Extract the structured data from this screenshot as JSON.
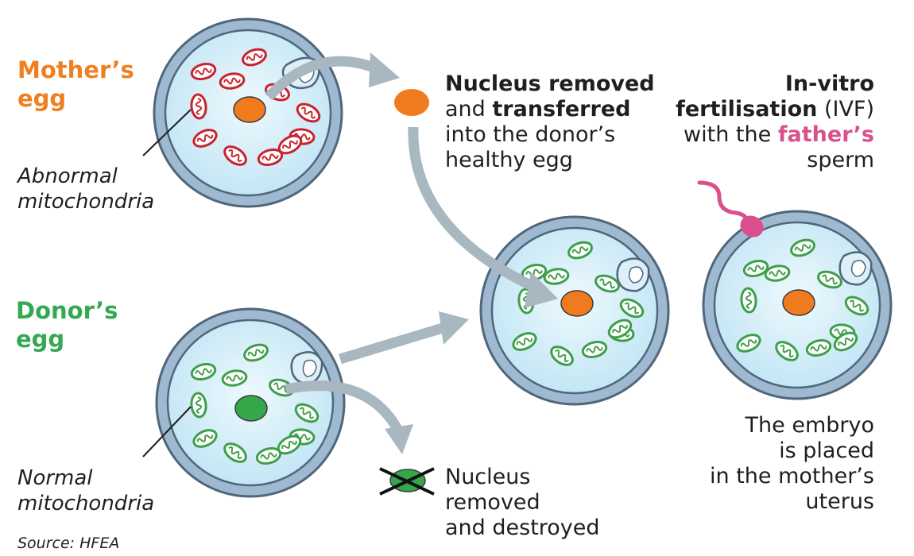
{
  "colors": {
    "mother": "#f0801f",
    "donor": "#34a853",
    "father": "#d9508d",
    "text": "#1f1f1f",
    "cell_fill": "#c7e9f7",
    "cell_ring": "#9cb7cf",
    "cell_outline": "#4e6478",
    "arrow": "#a9b7c1",
    "mito_abnormal": "#c9232e",
    "mito_normal": "#3e9f4a",
    "nucleus_mother": "#f07b1e",
    "nucleus_donor": "#35a64a"
  },
  "labels": {
    "mother_egg": [
      "Mother’s",
      "egg"
    ],
    "donor_egg": [
      "Donor’s",
      "egg"
    ],
    "abnormal_mito": [
      "Abnormal",
      "mitochondria"
    ],
    "normal_mito": [
      "Normal",
      "mitochondria"
    ],
    "source": "Source: HFEA"
  },
  "steps": {
    "transfer": {
      "bold1": "Nucleus removed",
      "plain1": "and ",
      "bold2": "transferred",
      "line3": "into the donor’s",
      "line4": "healthy egg"
    },
    "ivf": {
      "bold1": "In-vitro",
      "bold2": "fertilisation",
      "plain2": " (IVF)",
      "plain3": "with the ",
      "father": "father’s",
      "line4": "sperm"
    },
    "destroyed": [
      "Nucleus",
      "removed",
      "and destroyed"
    ],
    "embryo": [
      "The embryo",
      "is placed",
      "in the mother’s",
      "uterus"
    ]
  },
  "icons": {
    "cross": "cross-icon",
    "sperm": "sperm-icon",
    "arrow": "arrow-icon"
  }
}
